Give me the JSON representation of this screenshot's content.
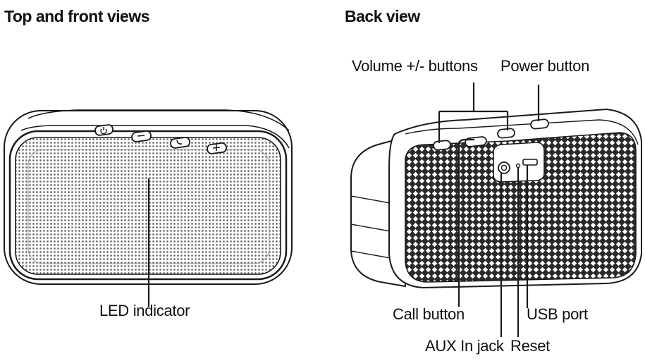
{
  "headings": {
    "front": "Top and front views",
    "back": "Back view"
  },
  "callouts": {
    "led_indicator": "LED indicator",
    "volume_buttons": "Volume +/- buttons",
    "power_button": "Power button",
    "call_button": "Call button",
    "usb_port": "USB port",
    "aux_in_jack": "AUX In jack",
    "reset": "Reset"
  },
  "colors": {
    "outline": "#1a1a1a",
    "body_fill": "#ffffff",
    "grille_front": "#6e6e6e",
    "grille_back": "#2a2a2a"
  }
}
